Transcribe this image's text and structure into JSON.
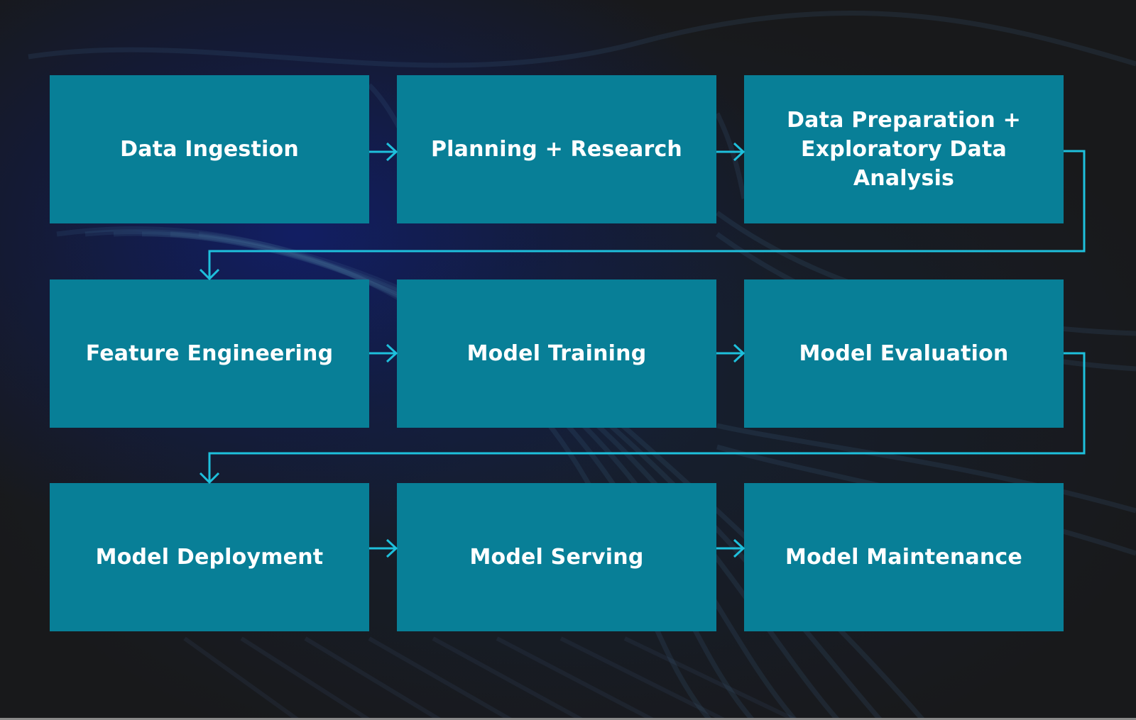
{
  "diagram": {
    "type": "process-flow",
    "colors": {
      "background": "#18191b",
      "box_fill": "#087f97",
      "connector": "#1ec0dc",
      "text": "#ffffff"
    },
    "steps": [
      {
        "id": 1,
        "label": "Data Ingestion"
      },
      {
        "id": 2,
        "label": "Planning + Research"
      },
      {
        "id": 3,
        "label": "Data Preparation + Exploratory Data Analysis"
      },
      {
        "id": 4,
        "label": "Feature Engineering"
      },
      {
        "id": 5,
        "label": "Model Training"
      },
      {
        "id": 6,
        "label": "Model Evaluation"
      },
      {
        "id": 7,
        "label": "Model Deployment"
      },
      {
        "id": 8,
        "label": "Model Serving"
      },
      {
        "id": 9,
        "label": "Model Maintenance"
      }
    ],
    "edges": [
      {
        "from": 1,
        "to": 2
      },
      {
        "from": 2,
        "to": 3
      },
      {
        "from": 3,
        "to": 4
      },
      {
        "from": 4,
        "to": 5
      },
      {
        "from": 5,
        "to": 6
      },
      {
        "from": 6,
        "to": 7
      },
      {
        "from": 7,
        "to": 8
      },
      {
        "from": 8,
        "to": 9
      }
    ]
  }
}
